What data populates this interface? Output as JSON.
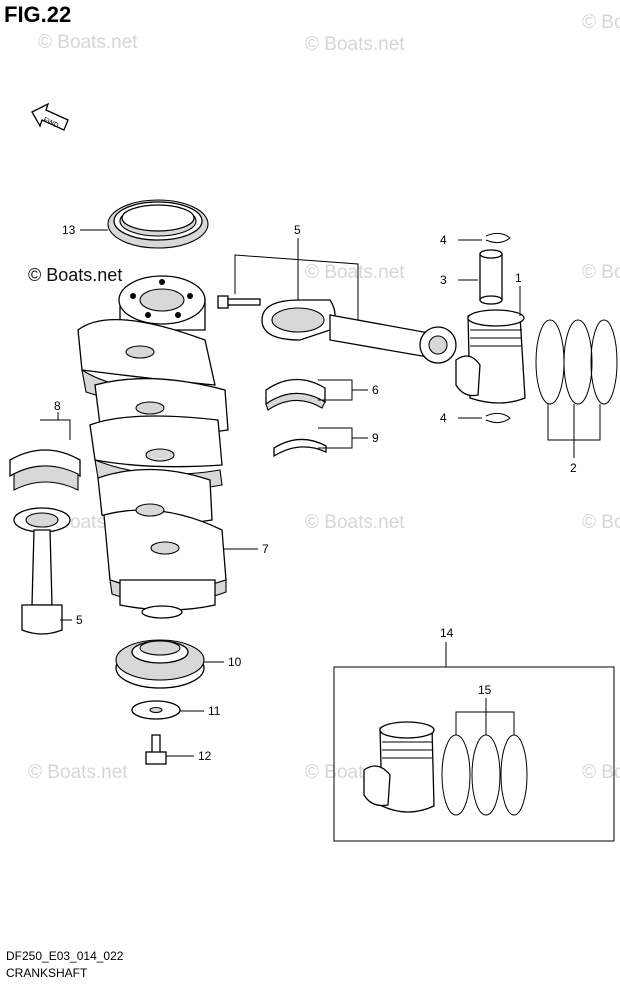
{
  "figure": {
    "title": "FIG.22",
    "model_code": "DF250_E03_014_022",
    "section_name": "CRANKSHAFT"
  },
  "fwd_label": "FWD",
  "watermarks": {
    "light": "© Boats.net",
    "dark": "© Boats.net"
  },
  "callouts": [
    "13",
    "5",
    "4",
    "3",
    "1",
    "6",
    "9",
    "2",
    "8",
    "7",
    "5",
    "14",
    "15",
    "10",
    "11",
    "12",
    "4"
  ]
}
